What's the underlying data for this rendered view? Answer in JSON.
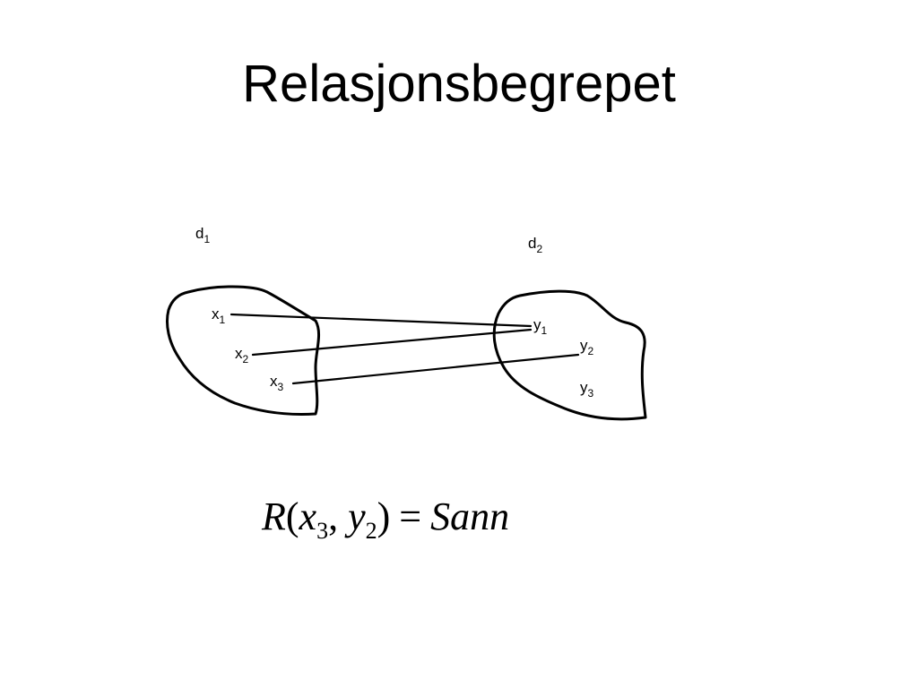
{
  "title": "Relasjonsbegrepet",
  "domains": [
    {
      "label": "d",
      "sub": "1",
      "elements": [
        {
          "label": "x",
          "sub": "1"
        },
        {
          "label": "x",
          "sub": "2"
        },
        {
          "label": "x",
          "sub": "3"
        }
      ]
    },
    {
      "label": "d",
      "sub": "2",
      "elements": [
        {
          "label": "y",
          "sub": "1"
        },
        {
          "label": "y",
          "sub": "2"
        },
        {
          "label": "y",
          "sub": "3"
        }
      ]
    }
  ],
  "relations": [
    {
      "from": "x1",
      "to": "y1"
    },
    {
      "from": "x2",
      "to": "y1"
    },
    {
      "from": "x3",
      "to": "y2"
    }
  ],
  "formula": {
    "relation": "R",
    "open": "(",
    "arg1": "x",
    "arg1_sub": "3",
    "comma": ",",
    "arg2": "y",
    "arg2_sub": "2",
    "close": ")",
    "equals": "=",
    "value": "Sann"
  }
}
